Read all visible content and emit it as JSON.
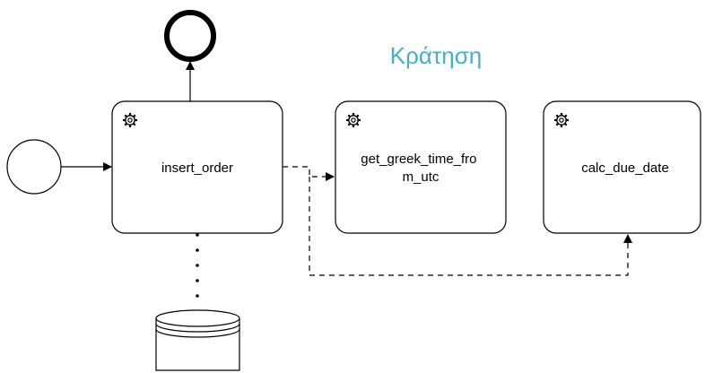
{
  "diagram": {
    "title": "Κράτηση",
    "tasks": [
      {
        "label_lines": [
          "insert_order"
        ]
      },
      {
        "label_lines": [
          "get_greek_time_fro",
          "m_utc"
        ]
      },
      {
        "label_lines": [
          "calc_due_date"
        ]
      }
    ],
    "colors": {
      "title": "#4BACC6",
      "stroke": "#000000",
      "task_fill": "#ffffff"
    },
    "icons": {
      "task_marker": "gear-icon",
      "start": "start-event-circle",
      "end": "end-event-circle",
      "store": "data-store-cylinder"
    }
  }
}
